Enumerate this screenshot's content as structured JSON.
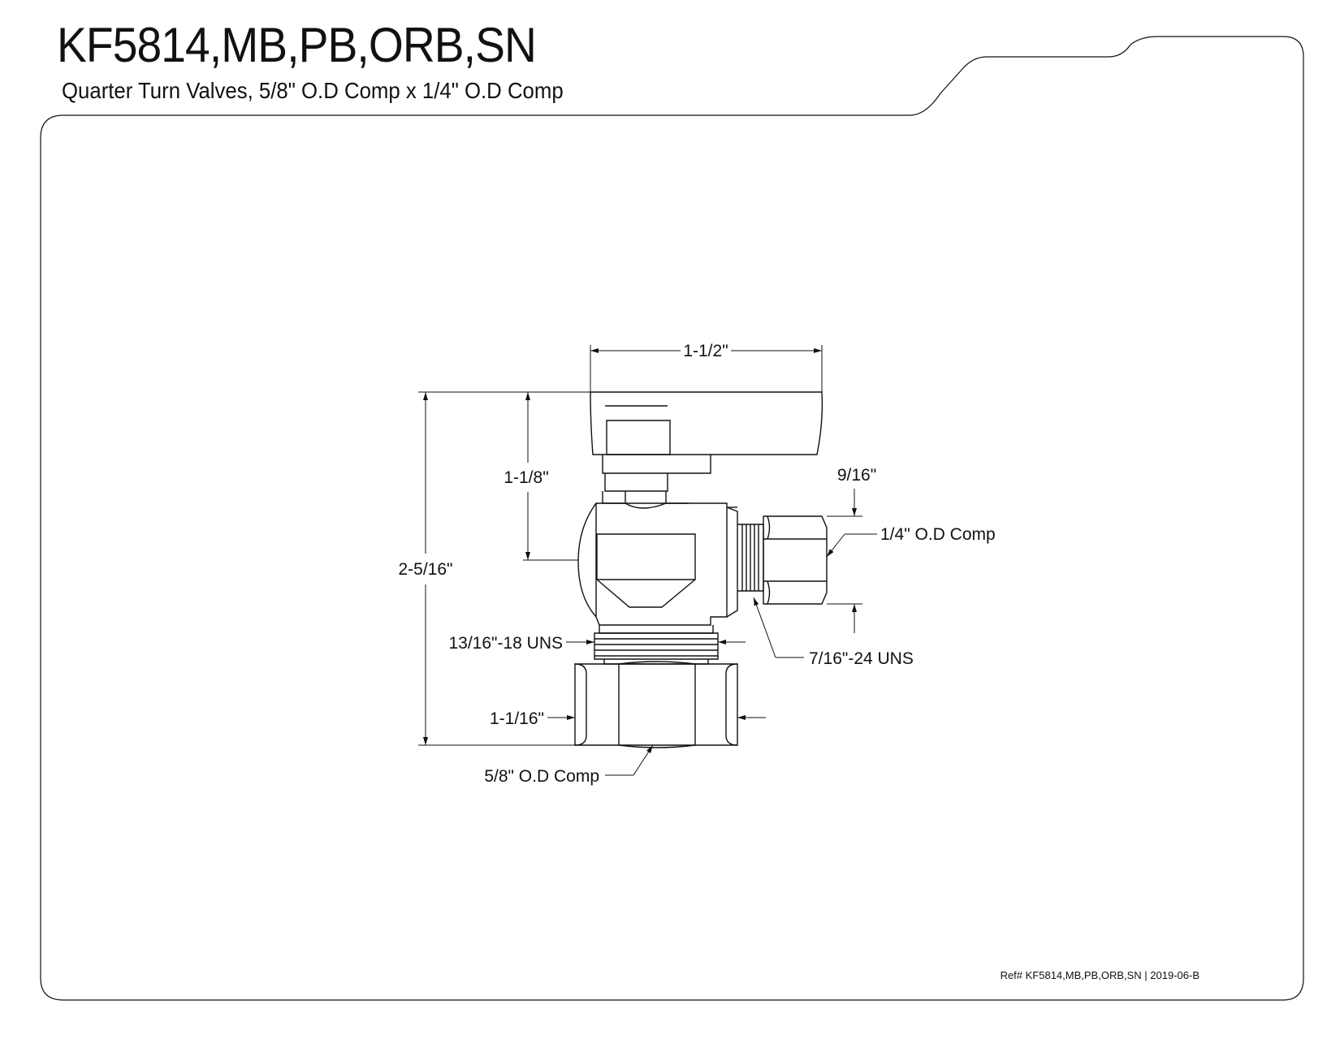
{
  "header": {
    "title": "KF5814,MB,PB,ORB,SN",
    "subtitle": "Quarter Turn Valves, 5/8\" O.D Comp x 1/4\" O.D Comp"
  },
  "drawing": {
    "dimensions": {
      "handle_width": "1-1/2\"",
      "overall_height": "2-5/16\"",
      "handle_to_center": "1-1/8\"",
      "outlet_nut": "9/16\"",
      "inlet_nut": "1-1/16\""
    },
    "callouts": {
      "outlet_comp": "1/4\" O.D Comp",
      "inlet_thread": "13/16\"-18 UNS",
      "outlet_thread": "7/16\"-24 UNS",
      "inlet_comp": "5/8\" O.D Comp"
    }
  },
  "footer": {
    "ref": "Ref# KF5814,MB,PB,ORB,SN | 2019-06-B"
  }
}
